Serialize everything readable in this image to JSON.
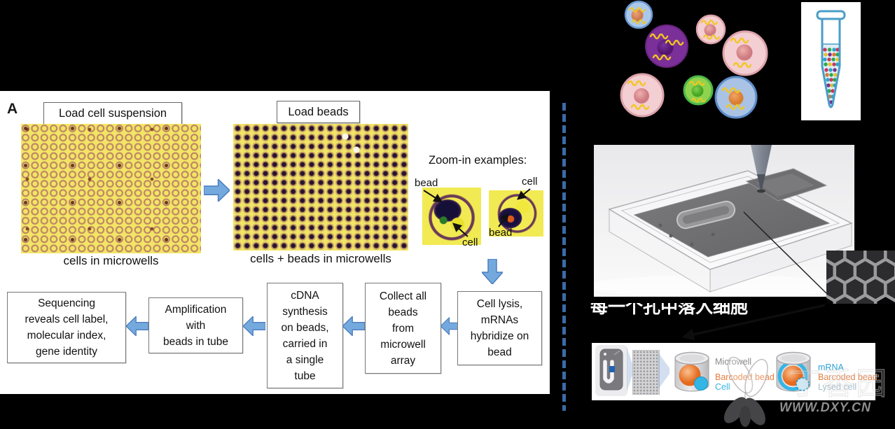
{
  "figure": {
    "panel_label": "A",
    "load_cells_label": "Load cell suspension",
    "load_beads_label": "Load beads",
    "caption_cells": "cells in microwells",
    "caption_cells_beads": "cells + beads in microwells",
    "zoom_title": "Zoom-in examples:",
    "zoom_labels": {
      "img1_top": "bead",
      "img1_bottom": "cell",
      "img2_top": "cell",
      "img2_bottom": "bead"
    },
    "steps": [
      {
        "text": "Sequencing\nreveals cell label,\nmolecular index,\ngene identity"
      },
      {
        "text": "Amplification\nwith\nbeads in tube"
      },
      {
        "text": "cDNA\nsynthesis\non beads,\ncarried in\na single\ntube"
      },
      {
        "text": "Collect all\nbeads\nfrom\nmicrowell\narray"
      },
      {
        "text": "Cell lysis,\nmRNAs\nhybridize on\nbead"
      }
    ]
  },
  "right": {
    "chinese_caption": "每一个孔中落入细胞",
    "schematic": {
      "microwell": "Microwell",
      "bead1": "Barcoded bead",
      "cell": "Cell",
      "mrna": "mRNA",
      "bead2": "Barcoded bead",
      "lysed": "Lysed cell"
    },
    "watermark": {
      "site": "WWW.DXY.CN",
      "logo_text": "丁香园"
    }
  },
  "colors": {
    "flow_arrow_blue": "#74a9dd",
    "separator_blue": "#3b6ba8",
    "microwell_yellow": "#f2e565",
    "bead_orange": "#ed6f24",
    "cell_cyan": "#35b5e5",
    "mrna_blue": "#2e9fd4",
    "lysed_gray_blue": "#a4bccb",
    "watermark_gray": "#8f8f8f",
    "bead_palette": [
      "#d2335c",
      "#2aa84f",
      "#27a7c6",
      "#e8bf2b",
      "#e2762c",
      "#7b2d8e"
    ]
  }
}
